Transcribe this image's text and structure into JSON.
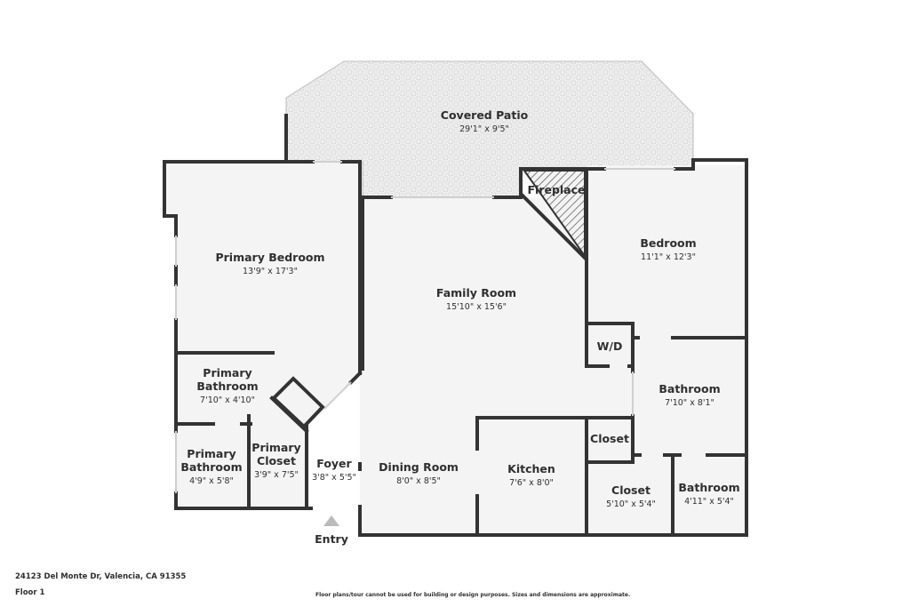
{
  "plan": {
    "colors": {
      "wall": "#333333",
      "floor": "#f3f3f3",
      "patio": "#ededed",
      "window": "#ffffff"
    },
    "rooms": {
      "covered_patio": {
        "name": "Covered Patio",
        "dims": "29'1\" x 9'5\""
      },
      "primary_bedroom": {
        "name": "Primary Bedroom",
        "dims": "13'9\" x 17'3\""
      },
      "family_room": {
        "name": "Family Room",
        "dims": "15'10\" x 15'6\""
      },
      "bedroom": {
        "name": "Bedroom",
        "dims": "11'1\" x 12'3\""
      },
      "primary_bathroom_1": {
        "name_line1": "Primary",
        "name_line2": "Bathroom",
        "dims": "7'10\" x 4'10\""
      },
      "primary_bathroom_2": {
        "name_line1": "Primary",
        "name_line2": "Bathroom",
        "dims": "4'9\" x 5'8\""
      },
      "primary_closet": {
        "name_line1": "Primary",
        "name_line2": "Closet",
        "dims": "3'9\" x 7'5\""
      },
      "foyer": {
        "name": "Foyer",
        "dims": "3'8\" x 5'5\""
      },
      "dining_room": {
        "name": "Dining Room",
        "dims": "8'0\" x 8'5\""
      },
      "kitchen": {
        "name": "Kitchen",
        "dims": "7'6\" x 8'0\""
      },
      "bathroom_1": {
        "name": "Bathroom",
        "dims": "7'10\" x 8'1\""
      },
      "closet_1": {
        "name": "Closet"
      },
      "closet_2": {
        "name": "Closet",
        "dims": "5'10\" x 5'4\""
      },
      "bathroom_2": {
        "name": "Bathroom",
        "dims": "4'11\" x 5'4\""
      },
      "wd": {
        "name": "W/D"
      },
      "fireplace": {
        "name": "Fireplace"
      }
    },
    "entry_label": "Entry"
  },
  "footer": {
    "address": "24123 Del Monte Dr, Valencia, CA 91355",
    "floor": "Floor 1",
    "disclaimer": "Floor plans/tour cannot be used for building or design purposes. Sizes and dimensions are approximate."
  }
}
